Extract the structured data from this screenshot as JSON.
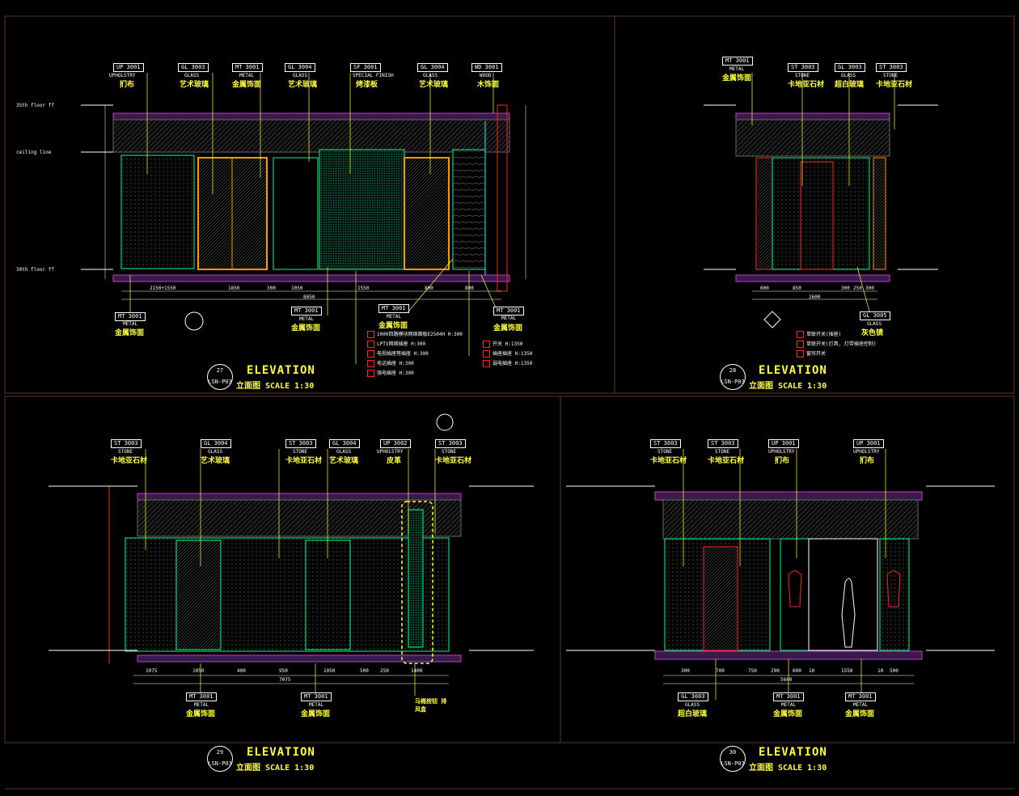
{
  "colors": {
    "background": "#000000",
    "frame": "#5a3a2a",
    "ceiling": "#c040c0",
    "yellow": "#ffff33",
    "cyan": "#00ffff",
    "green": "#00ff88",
    "red": "#ff2222",
    "orange": "#ff9900",
    "purple": "#9933ff"
  },
  "panels": {
    "p27": {
      "title": "ELEVATION",
      "number": "27",
      "sheet": "LSN-P03",
      "sub": "立面图 SCALE 1:30",
      "tags": [
        {
          "code": "UP 3001",
          "en": "UPHOLSTRY",
          "cn": "扪布"
        },
        {
          "code": "GL 3003",
          "en": "GLASS",
          "cn": "艺术玻璃"
        },
        {
          "code": "MT 3001",
          "en": "METAL",
          "cn": "金属饰面"
        },
        {
          "code": "GL 3004",
          "en": "GLASS",
          "cn": "艺术玻璃"
        },
        {
          "code": "SF 3001",
          "en": "SPECIAL FINISH",
          "cn": "烤漆板"
        },
        {
          "code": "GL 3004",
          "en": "GLASS",
          "cn": "艺术玻璃"
        },
        {
          "code": "WD 3001",
          "en": "WOOD",
          "cn": "木饰面"
        }
      ],
      "bottom_tags": [
        {
          "code": "MT 3001",
          "en": "METAL",
          "cn": "金属饰面"
        },
        {
          "code": "MT 3001",
          "en": "METAL",
          "cn": "金属饰面"
        },
        {
          "code": "MT 3001",
          "en": "METAL",
          "cn": "金属饰面"
        },
        {
          "code": "MT 3001",
          "en": "METAL",
          "cn": "金属饰面"
        }
      ],
      "dims": [
        "2150+1550",
        "1850",
        "300",
        "1050",
        "1550",
        "800",
        "800"
      ],
      "total": "8050",
      "legend_left": [
        {
          "label": "1000回路模块网络面板E2504H",
          "h": "H:300"
        },
        {
          "label": "LPTV网络插座",
          "h": "H:300"
        },
        {
          "label": "电视插座等插座",
          "h": "H:300"
        },
        {
          "label": "电话插座",
          "h": "H:300"
        },
        {
          "label": "强电插座",
          "h": "H:300"
        }
      ],
      "legend_right": [
        {
          "label": "开关",
          "h": "H:1350"
        },
        {
          "label": "插座插座",
          "h": "H:1350"
        },
        {
          "label": "弱电插座",
          "h": "H:1350"
        }
      ],
      "levels": [
        "35th floor ff",
        "ceiling line",
        "30th floor ff"
      ]
    },
    "p28": {
      "title": "ELEVATION",
      "number": "28",
      "sheet": "LSN-P03",
      "sub": "立面图 SCALE 1:30",
      "tags": [
        {
          "code": "MT 3001",
          "en": "METAL",
          "cn": "金属饰面"
        },
        {
          "code": "ST 3003",
          "en": "STONE",
          "cn": "卡地亚石材"
        },
        {
          "code": "GL 3003",
          "en": "GLASS",
          "cn": "超白玻璃"
        },
        {
          "code": "ST 3003",
          "en": "STONE",
          "cn": "卡地亚石材"
        }
      ],
      "bottom_tags": [
        {
          "code": "GL 3005",
          "en": "GLASS",
          "cn": "灰色镜"
        }
      ],
      "dims": [
        "600",
        "850",
        "300",
        "250",
        "300"
      ],
      "total": "2600",
      "legend": [
        "单联开关(插座)",
        "单联开关(灯具, 灯带插座控制)",
        "窗帘开关"
      ]
    },
    "p29": {
      "title": "ELEVATION",
      "number": "29",
      "sheet": "LSN-P03",
      "sub": "立面图 SCALE 1:30",
      "tags": [
        {
          "code": "ST 3003",
          "en": "STONE",
          "cn": "卡地亚石材"
        },
        {
          "code": "GL 3004",
          "en": "GLASS",
          "cn": "艺术玻璃"
        },
        {
          "code": "ST 3003",
          "en": "STONE",
          "cn": "卡地亚石材"
        },
        {
          "code": "GL 3004",
          "en": "GLASS",
          "cn": "艺术玻璃"
        },
        {
          "code": "UP 3002",
          "en": "UPHOLSTRY",
          "cn": "皮革"
        },
        {
          "code": "ST 3003",
          "en": "STONE",
          "cn": "卡地亚石材"
        }
      ],
      "bottom_tags": [
        {
          "code": "MT 3001",
          "en": "METAL",
          "cn": "金属饰面"
        },
        {
          "code": "MT 3001",
          "en": "METAL",
          "cn": "金属饰面"
        }
      ],
      "dims": [
        "1075",
        "1050",
        "400",
        "950",
        "1050",
        "500",
        "250",
        "1400"
      ],
      "total": "7075",
      "note": "马桶按钮 排风盒"
    },
    "p30": {
      "title": "ELEVATION",
      "number": "30",
      "sheet": "LSN-P03",
      "sub": "立面图 SCALE 1:30",
      "tags": [
        {
          "code": "ST 3003",
          "en": "STONE",
          "cn": "卡地亚石材"
        },
        {
          "code": "ST 3003",
          "en": "STONE",
          "cn": "卡地亚石材"
        },
        {
          "code": "UP 3001",
          "en": "UPHOLSTRY",
          "cn": "扪布"
        },
        {
          "code": "UP 3001",
          "en": "UPHOLSTRY",
          "cn": "扪布"
        }
      ],
      "bottom_tags": [
        {
          "code": "GL 3003",
          "en": "GLASS",
          "cn": "超白玻璃"
        },
        {
          "code": "MT 3001",
          "en": "METAL",
          "cn": "金属饰面"
        },
        {
          "code": "MT 3001",
          "en": "METAL",
          "cn": "金属饰面"
        }
      ],
      "dims": [
        "300",
        "700",
        "750",
        "290",
        "600",
        "10",
        "1550",
        "10",
        "500"
      ],
      "total": "5600"
    }
  }
}
